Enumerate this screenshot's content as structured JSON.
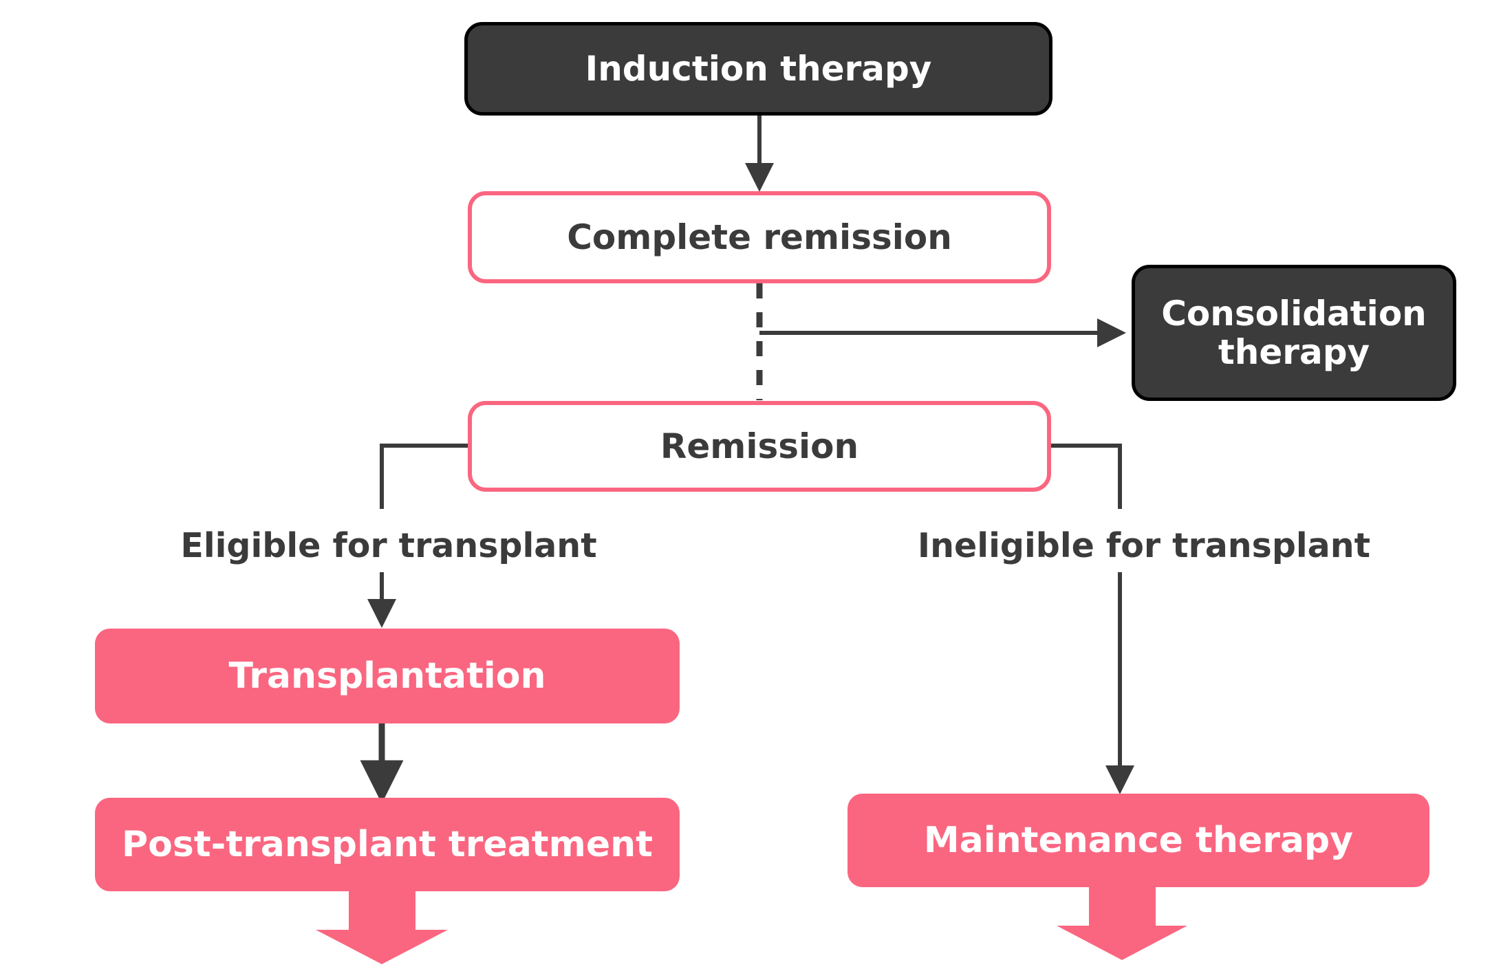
{
  "diagram": {
    "title": "Leukemia treatment pathway flowchart",
    "type": "flowchart",
    "colors": {
      "dark_node_fill": "#3b3b3b",
      "dark_node_border": "#000000",
      "accent_pink": "#fa6680",
      "text_dark": "#3b3b3b",
      "text_light": "#ffffff",
      "connector": "#3b3b3b",
      "background": "#ffffff"
    },
    "nodes": [
      {
        "id": "induction",
        "label": "Induction therapy",
        "style": "dark"
      },
      {
        "id": "complete",
        "label": "Complete remission",
        "style": "outline"
      },
      {
        "id": "consolidation",
        "label": "Consolidation therapy",
        "style": "dark"
      },
      {
        "id": "remission",
        "label": "Remission",
        "style": "outline"
      },
      {
        "id": "transplant",
        "label": "Transplantation",
        "style": "filled"
      },
      {
        "id": "posttransplant",
        "label": "Post-transplant treatment",
        "style": "filled"
      },
      {
        "id": "maintenance",
        "label": "Maintenance therapy",
        "style": "filled"
      }
    ],
    "edge_labels": {
      "eligible": "Eligible for transplant",
      "ineligible": "Ineligible for transplant"
    },
    "edges": [
      {
        "from": "induction",
        "to": "complete",
        "style": "solid-arrow"
      },
      {
        "from": "complete",
        "to": "remission",
        "style": "dashed"
      },
      {
        "from": "complete",
        "to": "consolidation",
        "style": "solid-arrow"
      },
      {
        "from": "remission",
        "to": "transplant",
        "style": "solid-arrow",
        "label": "Eligible for transplant"
      },
      {
        "from": "remission",
        "to": "maintenance",
        "style": "solid-arrow",
        "label": "Ineligible for transplant"
      },
      {
        "from": "transplant",
        "to": "posttransplant",
        "style": "solid-arrow"
      },
      {
        "from": "posttransplant",
        "to": "continue-left",
        "style": "block-arrow"
      },
      {
        "from": "maintenance",
        "to": "continue-right",
        "style": "block-arrow"
      }
    ]
  }
}
